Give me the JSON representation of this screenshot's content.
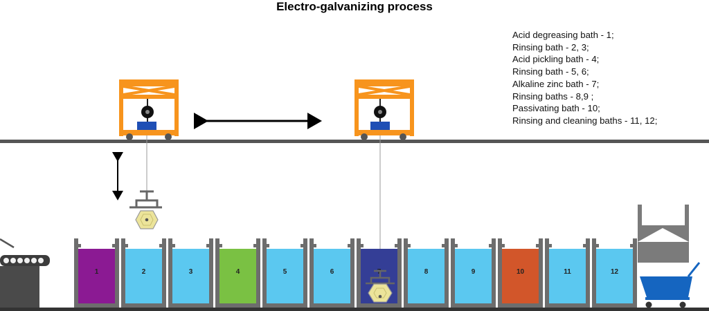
{
  "title": "Electro-galvanizing process",
  "legend": [
    "Acid degreasing bath - 1;",
    "Rinsing bath - 2, 3;",
    "Acid pickling bath - 4;",
    "Rinsing bath - 5, 6;",
    "Alkaline zinc bath - 7;",
    "Rinsing baths - 8,9 ;",
    "Passivating bath - 10;",
    "Rinsing and cleaning baths - 11, 12;"
  ],
  "baths": [
    {
      "label": "1",
      "color": "#8b1a93"
    },
    {
      "label": "2",
      "color": "#5bc8f0"
    },
    {
      "label": "3",
      "color": "#5bc8f0"
    },
    {
      "label": "4",
      "color": "#7ac143"
    },
    {
      "label": "5",
      "color": "#5bc8f0"
    },
    {
      "label": "6",
      "color": "#5bc8f0"
    },
    {
      "label": "7",
      "color": "#343e96"
    },
    {
      "label": "8",
      "color": "#5bc8f0"
    },
    {
      "label": "9",
      "color": "#5bc8f0"
    },
    {
      "label": "10",
      "color": "#d2562a"
    },
    {
      "label": "11",
      "color": "#5bc8f0"
    },
    {
      "label": "12",
      "color": "#5bc8f0"
    }
  ],
  "colors": {
    "crane": "#f7941d",
    "rail": "#555555",
    "tank": "#6d6d6d",
    "hoist_block": "#1f4fb5",
    "basket": "#ece49a",
    "cart": "#1565c0",
    "hopper": "#7b7b7b"
  }
}
